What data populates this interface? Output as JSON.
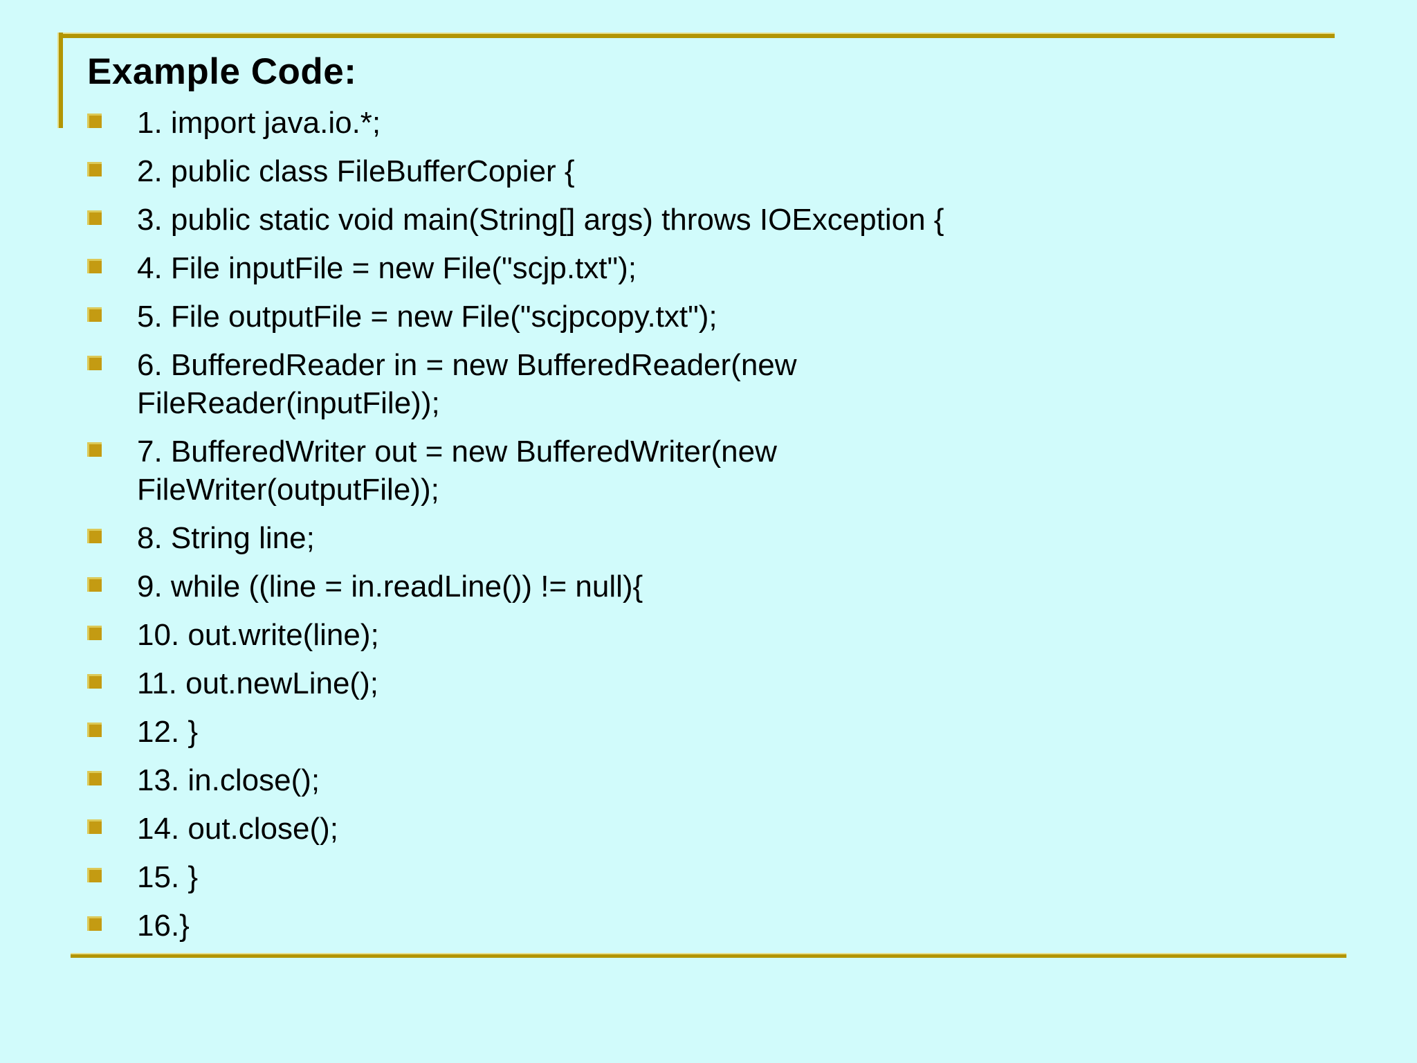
{
  "slide": {
    "title": "Example Code:",
    "colors": {
      "background": "#D1FBFB",
      "accent_gold": "#B29504",
      "accent_gold_highlight": "#E6DF8E",
      "bullet_gold": "#C49B12",
      "bullet_gold_highlight": "#DCC957",
      "text": "#000000"
    },
    "items": [
      {
        "text": "1. import java.io.*;"
      },
      {
        "text": "2. public class FileBufferCopier {"
      },
      {
        "text": "3. public static void main(String[] args) throws IOException {"
      },
      {
        "text": "4. File inputFile = new File(\"scjp.txt\");"
      },
      {
        "text": "5. File outputFile = new File(\"scjpcopy.txt\");"
      },
      {
        "text": "6. BufferedReader in = new BufferedReader(new\nFileReader(inputFile));"
      },
      {
        "text": "7. BufferedWriter out = new BufferedWriter(new\nFileWriter(outputFile));"
      },
      {
        "text": "8. String line;"
      },
      {
        "text": "9. while ((line = in.readLine()) != null){"
      },
      {
        "text": "10. out.write(line);"
      },
      {
        "text": "11. out.newLine();"
      },
      {
        "text": "12. }"
      },
      {
        "text": "13. in.close();"
      },
      {
        "text": "14. out.close();"
      },
      {
        "text": "15. }"
      },
      {
        "text": "16.}"
      }
    ]
  }
}
